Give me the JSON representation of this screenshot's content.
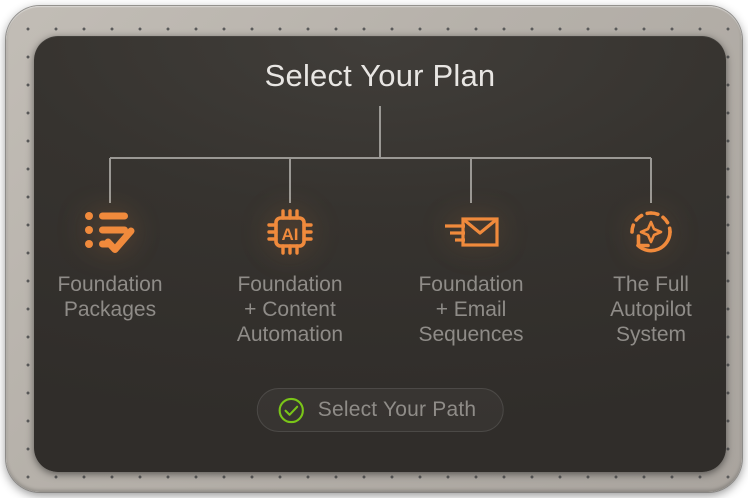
{
  "frame": {
    "bezel_color": "#b6b1aa",
    "perforation_dot_color": "#5a5a5a"
  },
  "card": {
    "background_color": "#36332f",
    "title": "Select Your Plan"
  },
  "theme": {
    "accent_orange": "#f08a3c",
    "label_gray": "#8f8c88",
    "title_white": "#e8e6e3",
    "connector_gray": "#9a9894",
    "check_green": "#7ac518"
  },
  "tree": {
    "branches": [
      {
        "icon": "checklist-check-icon",
        "label": "Foundation\nPackages"
      },
      {
        "icon": "ai-chip-icon",
        "label": "Foundation\n+ Content\nAutomation"
      },
      {
        "icon": "send-email-icon",
        "label": "Foundation\n+ Email\nSequences"
      },
      {
        "icon": "automation-refresh-sparkle-icon",
        "label": "The Full\nAutopilot\nSystem"
      }
    ]
  },
  "footer": {
    "button": {
      "icon": "check-circle-icon",
      "label": "Select Your Path"
    }
  }
}
